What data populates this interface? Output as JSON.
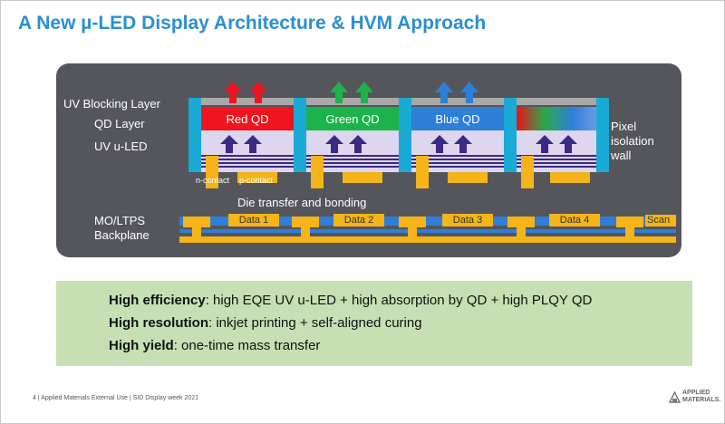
{
  "title": "A New µ-LED Display Architecture & HVM Approach",
  "diagram": {
    "layer_labels": {
      "uv_blocking": "UV Blocking Layer",
      "qd_layer": "QD Layer",
      "uv_uled": "UV u-LED",
      "backplane_line1": "MO/LTPS",
      "backplane_line2": "Backplane"
    },
    "qd_cells": [
      "Red QD",
      "Green QD",
      "Blue QD"
    ],
    "contacts": {
      "n": "n-contact",
      "p": "p-contact"
    },
    "die_transfer": "Die transfer and bonding",
    "pixel_isolation": [
      "Pixel",
      "isolation",
      "wall"
    ],
    "data_lines": [
      "Data 1",
      "Data 2",
      "Data 3",
      "Data 4"
    ],
    "scan": "Scan",
    "colors": {
      "panel": "#54565b",
      "red": "#f0141e",
      "green": "#1cb34a",
      "blue": "#2f7fd8",
      "violet": "#3b2a84",
      "cyan": "#1aaad6",
      "gold": "#f4b41a"
    }
  },
  "summary": [
    {
      "bold": "High efficiency",
      "text": ": high EQE UV u-LED + high absorption by QD + high PLQY QD"
    },
    {
      "bold": "High resolution",
      "text": ": inkjet printing + self-aligned curing"
    },
    {
      "bold": "High yield",
      "text": ": one-time mass transfer"
    }
  ],
  "footer": "4 |   Applied Materials External Use | SID Display week 2021",
  "logo": {
    "line1": "APPLIED",
    "line2": "MATERIALS."
  }
}
